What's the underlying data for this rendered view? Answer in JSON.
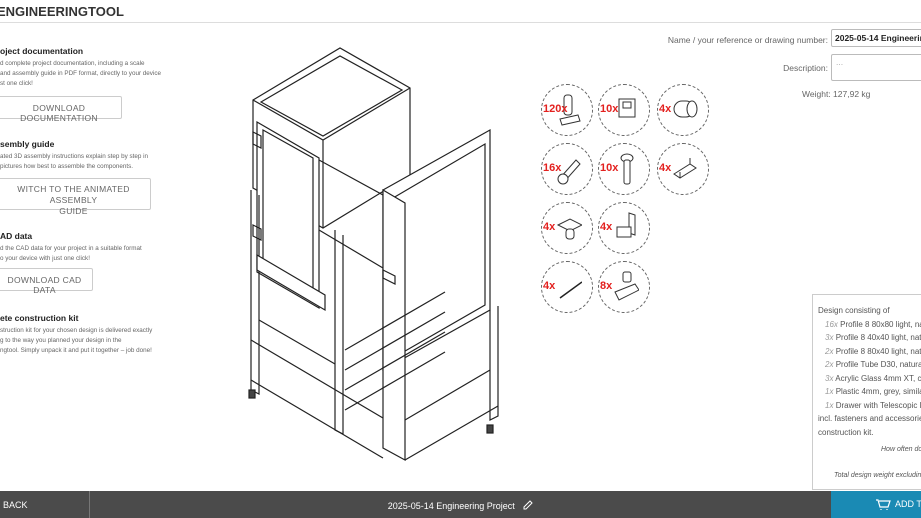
{
  "header": {
    "brand": "ENGINEERINGTOOL"
  },
  "left": {
    "sections": [
      {
        "title": "oject documentation",
        "lines": [
          "d complete project documentation, including a scale",
          "and assembly guide in PDF format, directly to your device",
          "st one click!"
        ],
        "button": "DOWNLOAD DOCUMENTATION"
      },
      {
        "title": "sembly guide",
        "lines": [
          "ated 3D assembly instructions explain step by step in",
          "pictures how best to assemble the components."
        ],
        "button_lines": [
          "WITCH TO THE ANIMATED ASSEMBLY",
          "GUIDE"
        ]
      },
      {
        "title": "AD data",
        "lines": [
          "d the CAD data for your project in a suitable format",
          "o your device with just one click!"
        ],
        "button": "DOWNLOAD CAD DATA"
      },
      {
        "title": "ete construction kit",
        "lines": [
          "struction kit for your chosen design is delivered exactly",
          "g to the way you planned your design in the",
          "ngtool. Simply unpack it and put it together – job done!"
        ]
      }
    ]
  },
  "form": {
    "name_label": "Name / your reference or drawing number:",
    "name_value": "2025-05-14 Engineering",
    "desc_label": "Description:",
    "desc_placeholder": "...",
    "weight_label": "Weight:",
    "weight_value": "127,92 kg"
  },
  "parts": [
    {
      "count": "120x",
      "icon": "slot-nut-icon"
    },
    {
      "count": "10x",
      "icon": "corner-connector-icon"
    },
    {
      "count": "4x",
      "icon": "tube-connector-icon"
    },
    {
      "count": "16x",
      "icon": "end-cap-icon"
    },
    {
      "count": "10x",
      "icon": "screw-icon"
    },
    {
      "count": "4x",
      "icon": "bracket-icon"
    },
    {
      "count": "4x",
      "icon": "foot-plate-icon"
    },
    {
      "count": "4x",
      "icon": "hinge-icon"
    },
    {
      "count": "4x",
      "icon": "rod-icon"
    },
    {
      "count": "8x",
      "icon": "t-bolt-icon"
    }
  ],
  "design": {
    "heading": "Design consisting of",
    "items": [
      {
        "qty": "16x",
        "name": "Profile 8 80x80 light, na"
      },
      {
        "qty": "3x",
        "name": "Profile 8 40x40 light, natu"
      },
      {
        "qty": "2x",
        "name": "Profile 8 80x40 light, natu"
      },
      {
        "qty": "2x",
        "name": "Profile Tube D30, natural"
      },
      {
        "qty": "3x",
        "name": "Acrylic Glass 4mm XT, cl"
      },
      {
        "qty": "1x",
        "name": "Plastic 4mm, grey, simila"
      },
      {
        "qty": "1x",
        "name": "Drawer with Telescopic R"
      }
    ],
    "footer1": "incl. fasteners and accessorie",
    "footer2": "construction kit.",
    "question": "How often do",
    "total": "Total design weight excluding"
  },
  "bottom": {
    "back": "BACK",
    "project_title": "2025-05-14 Engineering Project",
    "add": "ADD T"
  },
  "colors": {
    "accent": "#1a8ab4",
    "count_red": "#e3211f",
    "bar": "#4b4b4b"
  }
}
